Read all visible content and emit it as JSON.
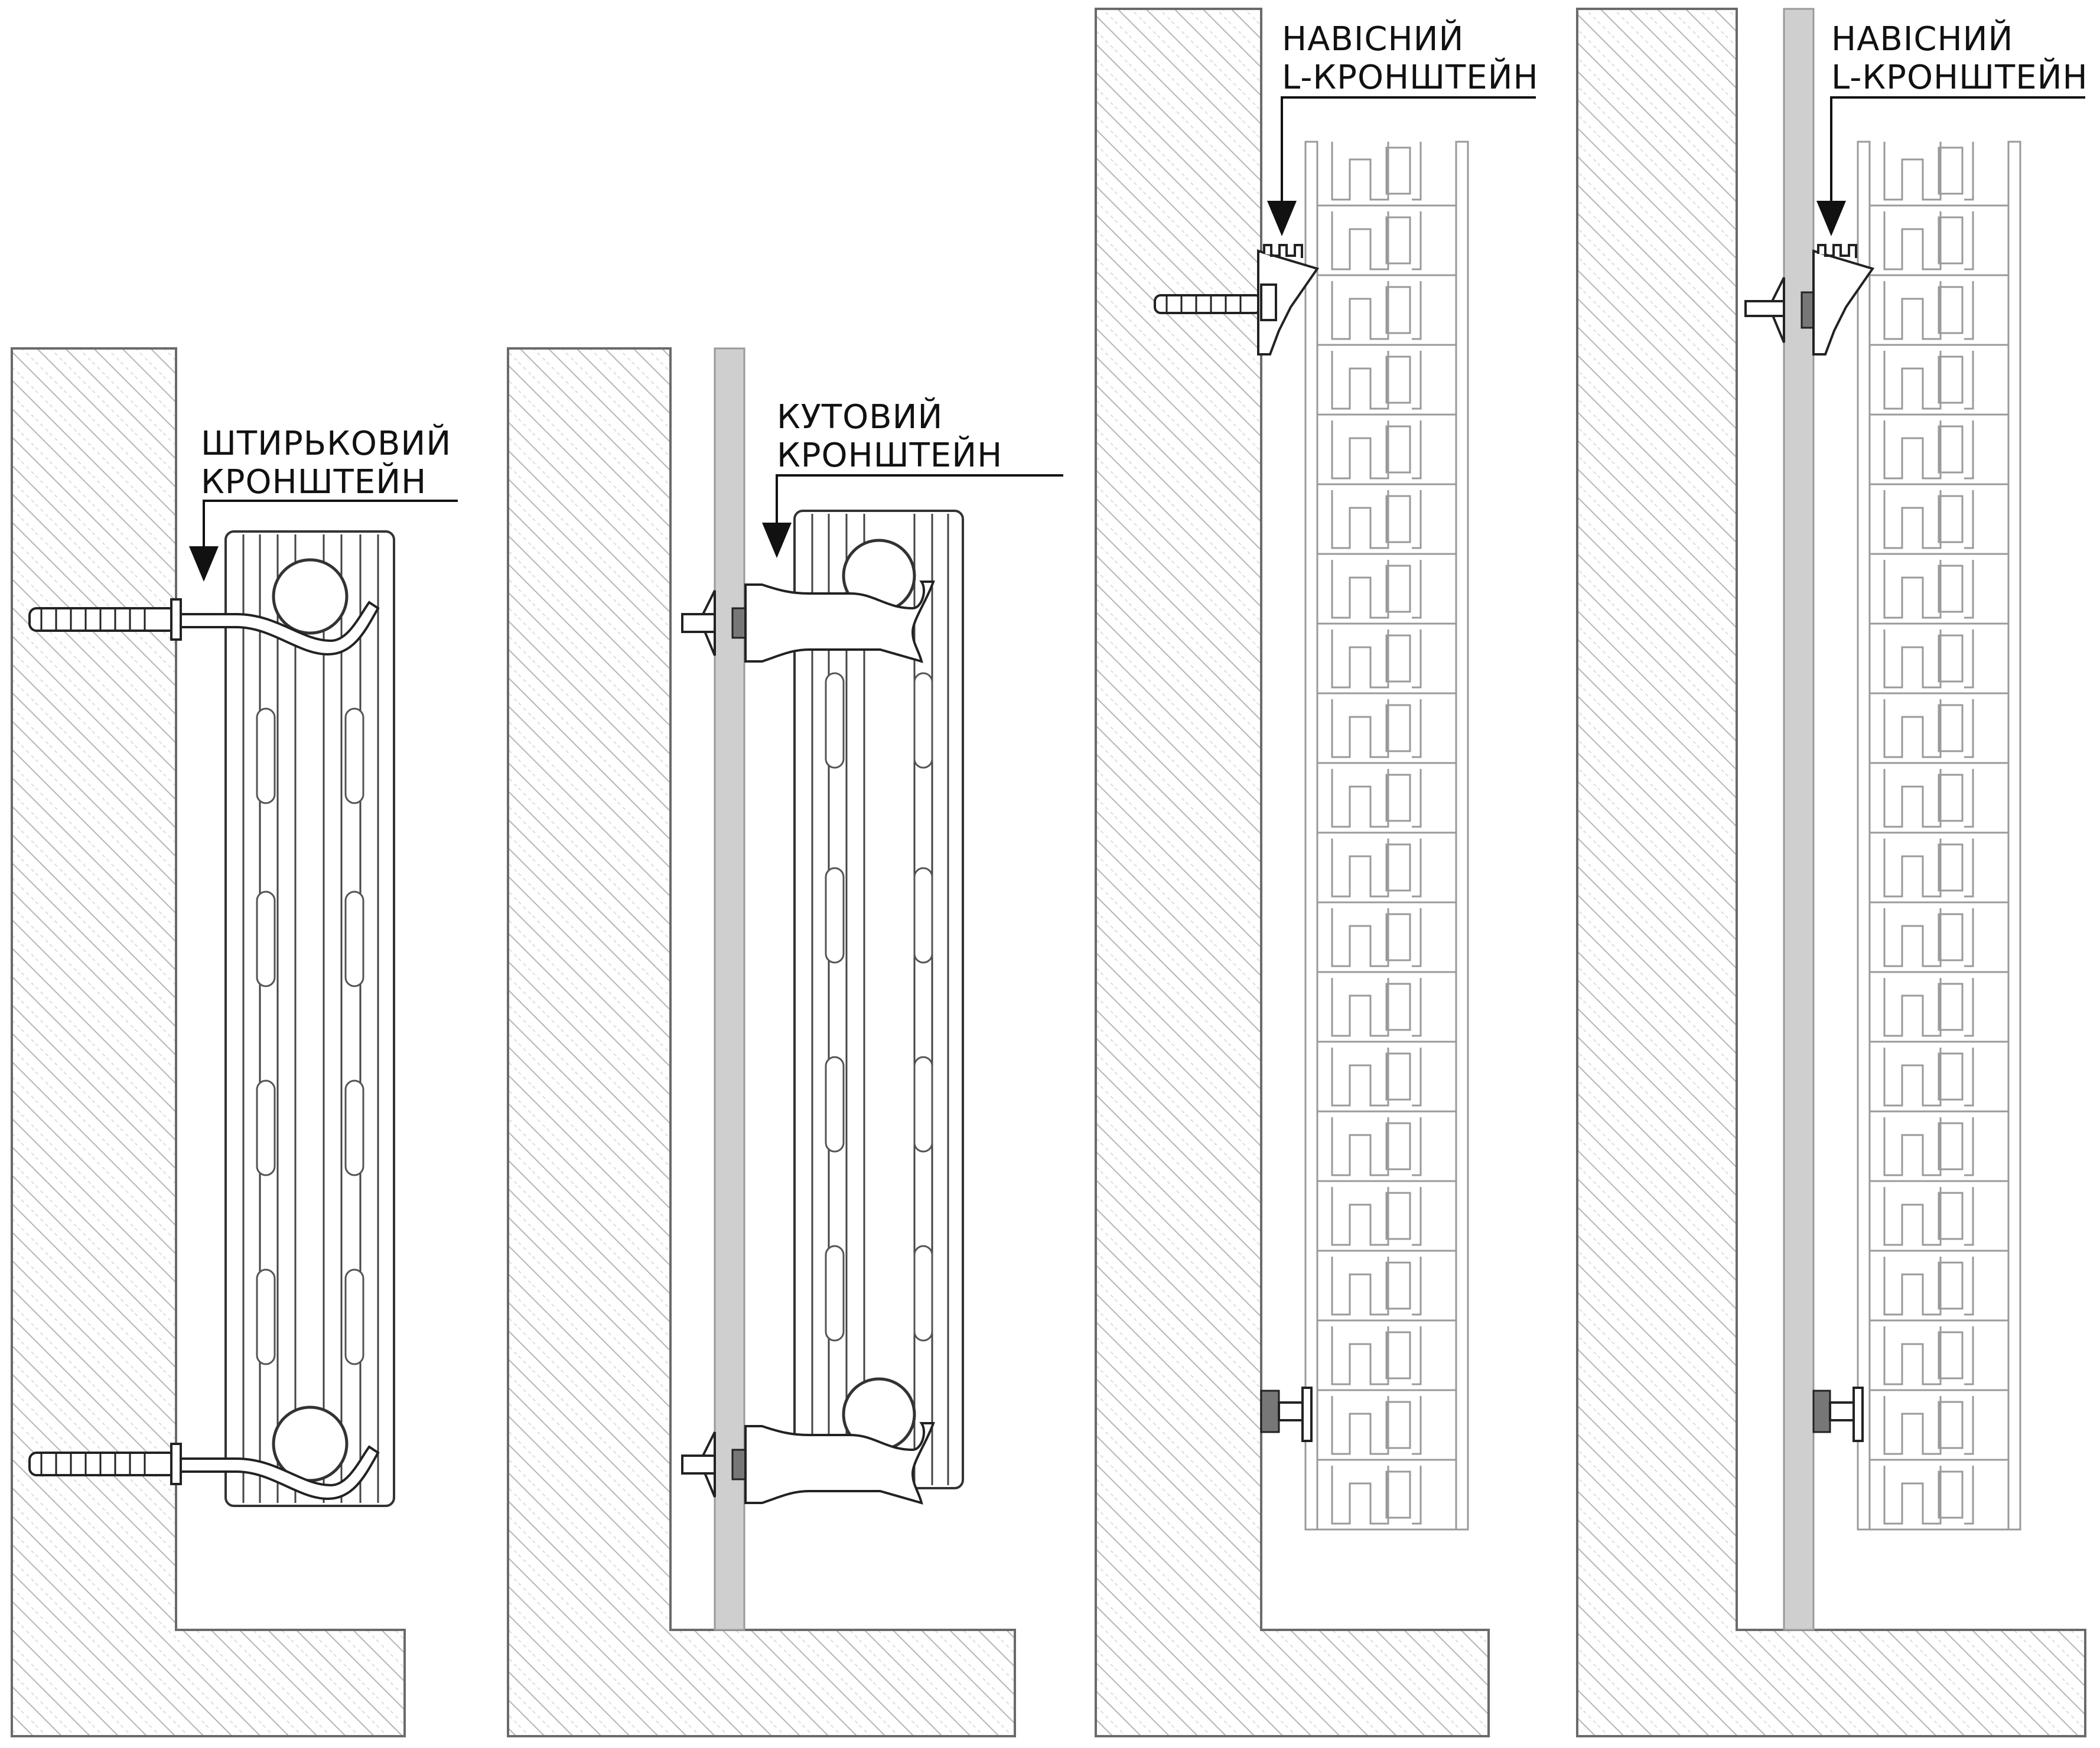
{
  "panels": [
    {
      "id": "pin",
      "label_lines": [
        "ШТИРЬКОВИЙ",
        "КРОНШТЕЙН"
      ]
    },
    {
      "id": "corner",
      "label_lines": [
        "КУТОВИЙ",
        "КРОНШТЕЙН"
      ]
    },
    {
      "id": "l-hang-a",
      "label_lines": [
        "НАВІСНИЙ",
        "L-КРОНШТЕЙН"
      ]
    },
    {
      "id": "l-hang-b",
      "label_lines": [
        "НАВІСНИЙ",
        "L-КРОНШТЕЙН"
      ]
    }
  ],
  "colors": {
    "line": "#333333",
    "hatch": "#b5b5b5",
    "panel": "#cfcfcf",
    "ghost": "#9a9a9a"
  }
}
